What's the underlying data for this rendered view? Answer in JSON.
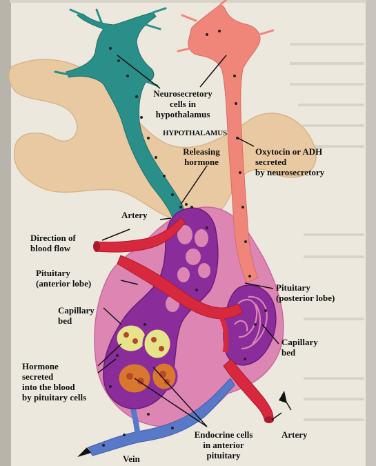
{
  "labels": {
    "neurosecretory": "Neurosecretory\ncells in\nhypothalamus",
    "hypothalamus": "HYPOTHALAMUS",
    "releasing_hormone": "Releasing\nhormone",
    "oxytocin": "Oxytocin or ADH\nsecreted\nby neurosecretory",
    "artery_top": "Artery",
    "direction_flow": "Direction of\nblood flow",
    "pituitary_anterior": "Pituitary\n(anterior lobe)",
    "capillary_bed_left": "Capillary\nbed",
    "pituitary_posterior": "Pituitary\n(posterior lobe)",
    "capillary_bed_right": "Capillary\nbed",
    "hormone_secreted": "Hormone\nsecreted\ninto the blood\nby pituitary cells",
    "endocrine_cells": "Endocrine cells\nin anterior\npituitary",
    "artery_bottom": "Artery",
    "vein": "Vein"
  },
  "colors": {
    "background": "#efe9dc",
    "page": "#ece8de",
    "neuron_teal": "#2a8f88",
    "neuron_salmon": "#f0867a",
    "tissue_tan": "#e9c9a1",
    "pituitary_pink": "#dd86b4",
    "portal_purple": "#8a2c9a",
    "artery_red": "#d8283e",
    "vein_blue": "#5878c8",
    "endocrine_yellow": "#e6e48a",
    "endocrine_orange": "#d8772e"
  }
}
